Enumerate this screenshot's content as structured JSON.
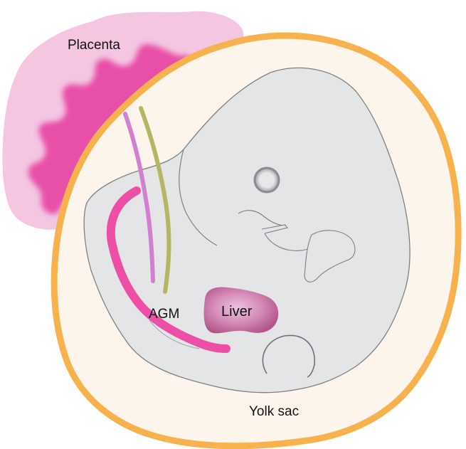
{
  "labels": {
    "placenta": "Placenta",
    "agm": "AGM",
    "liver": "Liver",
    "yolk_sac": "Yolk sac"
  },
  "colors": {
    "placenta_outer": "#f4c6e2",
    "placenta_inner": "#e84fa8",
    "yolk_sac_ring": "#f7b24e",
    "yolk_sac_fill": "#fdf4ec",
    "embryo_fill": "#e4e5e7",
    "embryo_outline": "#7d7f82",
    "agm_vessel": "#ee4fa6",
    "umbilical_purple": "#d37fd0",
    "umbilical_olive": "#b6b662",
    "liver_fill": "#c3699a",
    "liver_highlight": "#e9bcd6"
  }
}
